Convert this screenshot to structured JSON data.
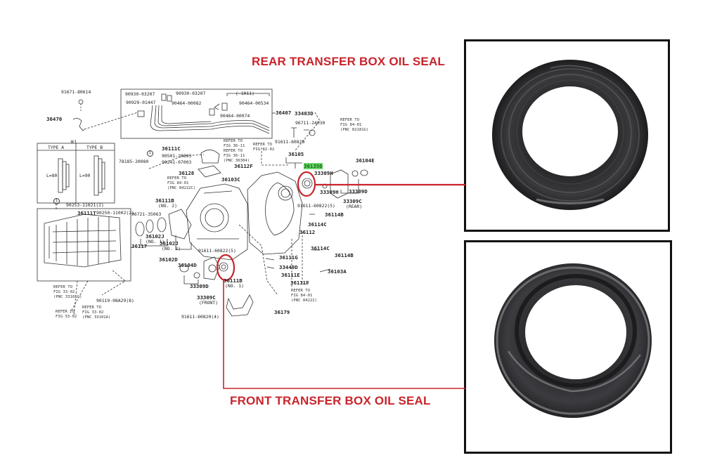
{
  "titles": {
    "rear": "REAR TRANSFER BOX OIL SEAL",
    "front": "FRONT TRANSFER BOX OIL SEAL"
  },
  "colors": {
    "title_red": "#c8242b",
    "callout_red": "#c8242b",
    "highlight_green": "#6bd66b",
    "frame_black": "#111111"
  },
  "diagram": {
    "part_numbers": {
      "p91671": "91671-80614",
      "p36470": "36470",
      "p90930a": "90930-03207",
      "p90930b": "90930-03207",
      "p90929": "90929-01447",
      "p90464_82": "90464-00082",
      "p90464_534": "90464-00534",
      "p90464_74": "90464-00074",
      "p1011": "(-1011)",
      "p36407": "36407",
      "p33403d": "33403D",
      "p96711": "96711-24030",
      "p91611a": "91611-60828",
      "p36105": "36105",
      "p36135d": "36135D",
      "p33309h_a": "33309H",
      "p33309h_b": "33309H",
      "p36104e": "36104E",
      "p33309d_r": "33309D",
      "p33309c_r": "33309C",
      "rear_tag": "(REAR)",
      "p91611b": "91611-60822(5)",
      "p36114b_a": "36114B",
      "p36114c_a": "36114C",
      "p36114c_b": "36114C",
      "p36114b_b": "36114B",
      "p36112": "36112",
      "p36111g": "36111G",
      "p33449d": "33449D",
      "p36111e": "36111E",
      "p36111f": "36111F",
      "p36103a": "36103A",
      "p36179": "36179",
      "p36111c": "36111C",
      "p90501": "90501-20893",
      "p90241": "90241-07003",
      "p78185": "78185-20080",
      "p36128": "36128",
      "p36112f": "36112F",
      "p36103c": "36103C",
      "p36111b_2": "36111B",
      "no2_a": "(NO. 2)",
      "p96721": "96721-35063",
      "p36102j_1": "36102J",
      "no1_a": "(NO. 1)",
      "p36102j_2": "36102J",
      "no2_b": "(NO. 2)",
      "p36117": "36117",
      "p36102d": "36102D",
      "p91611c": "91611-60822(5)",
      "p36104d": "36104D",
      "p33309d_f": "33309D",
      "p33309c_f": "33309C",
      "front_tag": "(FRONT)",
      "p36111b_1": "36111B",
      "no1_b": "(NO. 1)",
      "p90253": "90253-11021(2)",
      "p36111t": "36111T",
      "p90250": "90250-11002(2)",
      "p90119": "90119-08A29(8)",
      "p91611d": "91611-60820(4)",
      "circle_1a": "1",
      "circle_1b": "1",
      "star1": "※1"
    },
    "notes": {
      "ref_84_01_821": "REFER TO\nFIG 84-01\n(PNC 82181G)",
      "ref_36_11_a": "REFER TO\nFIG 36-11\nREFER TO\nFIG 36-11\n(PNC 36304)",
      "ref_82_02": "REFER TO\nFIG 82-02",
      "ref_84_01_842": "REFER TO\nFIG 84-01\n(PNC 84222C)",
      "ref_84_01_84222": "REFER TO\nFIG 84-01\n(PNC 84222)",
      "ref_33_02_a": "REFER TO\nFIG 33-02\n(PNC 33101C)",
      "ref_33_02_b": "REFER TO\nFIG 33-02\n(PNC 33101A)",
      "ref_33_02_c": "REFER TO\nFIG 33-02"
    },
    "type_table": {
      "type_a": "TYPE A",
      "type_b": "TYPE B",
      "len_a": "L=80",
      "len_b": "L=90"
    }
  }
}
